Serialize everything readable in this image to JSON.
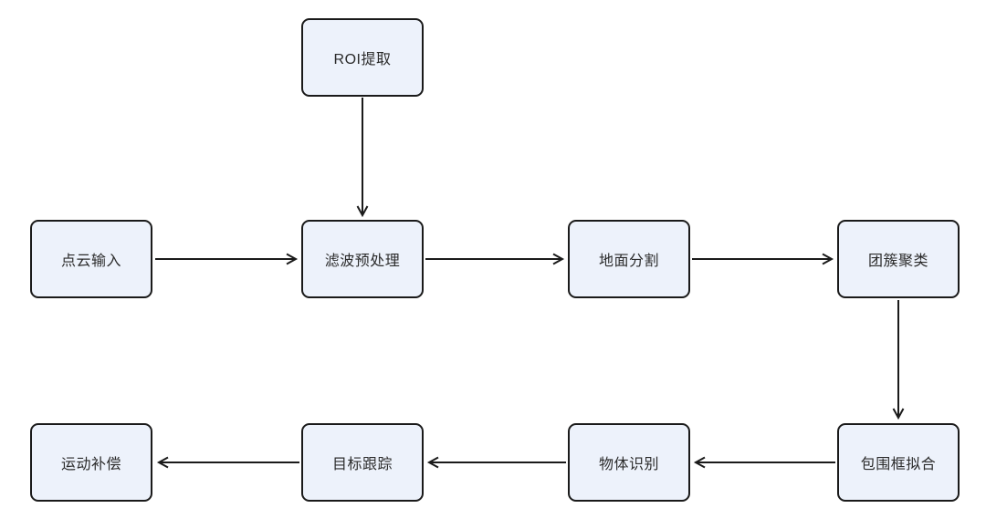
{
  "colors": {
    "background": "#ffffff",
    "node_fill": "#edf2fb",
    "node_border": "#1a1a1a",
    "arrow_color": "#1a1a1a",
    "text_color": "#2b2b2b"
  },
  "diagram": {
    "type": "flowchart",
    "nodes": [
      {
        "id": "roi",
        "label": "ROI提取"
      },
      {
        "id": "input",
        "label": "点云输入"
      },
      {
        "id": "filter",
        "label": "滤波预处理"
      },
      {
        "id": "ground",
        "label": "地面分割"
      },
      {
        "id": "cluster",
        "label": "团簇聚类"
      },
      {
        "id": "bbox",
        "label": "包围框拟合"
      },
      {
        "id": "recognition",
        "label": "物体识别"
      },
      {
        "id": "tracking",
        "label": "目标跟踪"
      },
      {
        "id": "motion",
        "label": "运动补偿"
      }
    ],
    "edges": [
      {
        "from": "ROI提取",
        "to": "滤波预处理",
        "direction": "down"
      },
      {
        "from": "点云输入",
        "to": "滤波预处理",
        "direction": "right"
      },
      {
        "from": "滤波预处理",
        "to": "地面分割",
        "direction": "right"
      },
      {
        "from": "地面分割",
        "to": "团簇聚类",
        "direction": "right"
      },
      {
        "from": "团簇聚类",
        "to": "包围框拟合",
        "direction": "down"
      },
      {
        "from": "包围框拟合",
        "to": "物体识别",
        "direction": "left"
      },
      {
        "from": "物体识别",
        "to": "目标跟踪",
        "direction": "left"
      },
      {
        "from": "目标跟踪",
        "to": "运动补偿",
        "direction": "left"
      }
    ]
  }
}
